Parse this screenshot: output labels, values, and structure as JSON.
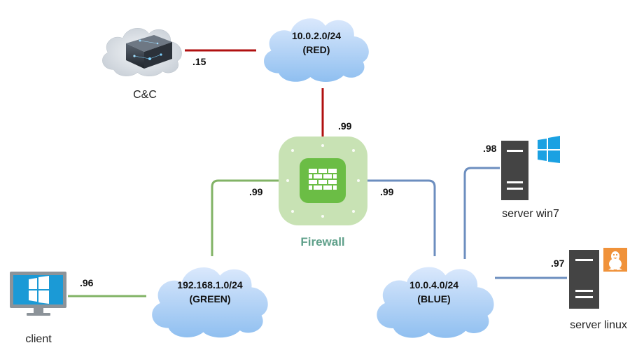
{
  "colors": {
    "red_link": "#b01010",
    "green_link": "#82b366",
    "blue_link": "#6c8ebf",
    "cloud_top": "#dae8fc",
    "cloud_bottom": "#8fbff0",
    "firewall_outer": "#c8e2b4",
    "firewall_inner": "#6bbd45",
    "firewall_label": "#5fa08a",
    "server": "#444444",
    "windows_logo": "#1ba1e2",
    "linux_badge": "#f0923a"
  },
  "networks": {
    "red": {
      "cidr": "10.0.2.0/24",
      "name": "(RED)"
    },
    "green": {
      "cidr": "192.168.1.0/24",
      "name": "(GREEN)"
    },
    "blue": {
      "cidr": "10.0.4.0/24",
      "name": "(BLUE)"
    }
  },
  "firewall": {
    "label": "Firewall"
  },
  "hosts": {
    "cnc": {
      "label": "C&C",
      "ip": ".15",
      "icon": "cnc-cloud-server-icon"
    },
    "client": {
      "label": "client",
      "ip": ".96",
      "icon": "windows-desktop-icon"
    },
    "win7": {
      "label": "server win7",
      "ip": ".98",
      "icon": "server-tower-icon"
    },
    "linux": {
      "label": "server linux",
      "ip": ".97",
      "icon": "server-tower-icon"
    }
  },
  "firewall_ips": {
    "red": ".99",
    "green": ".99",
    "blue": ".99"
  }
}
